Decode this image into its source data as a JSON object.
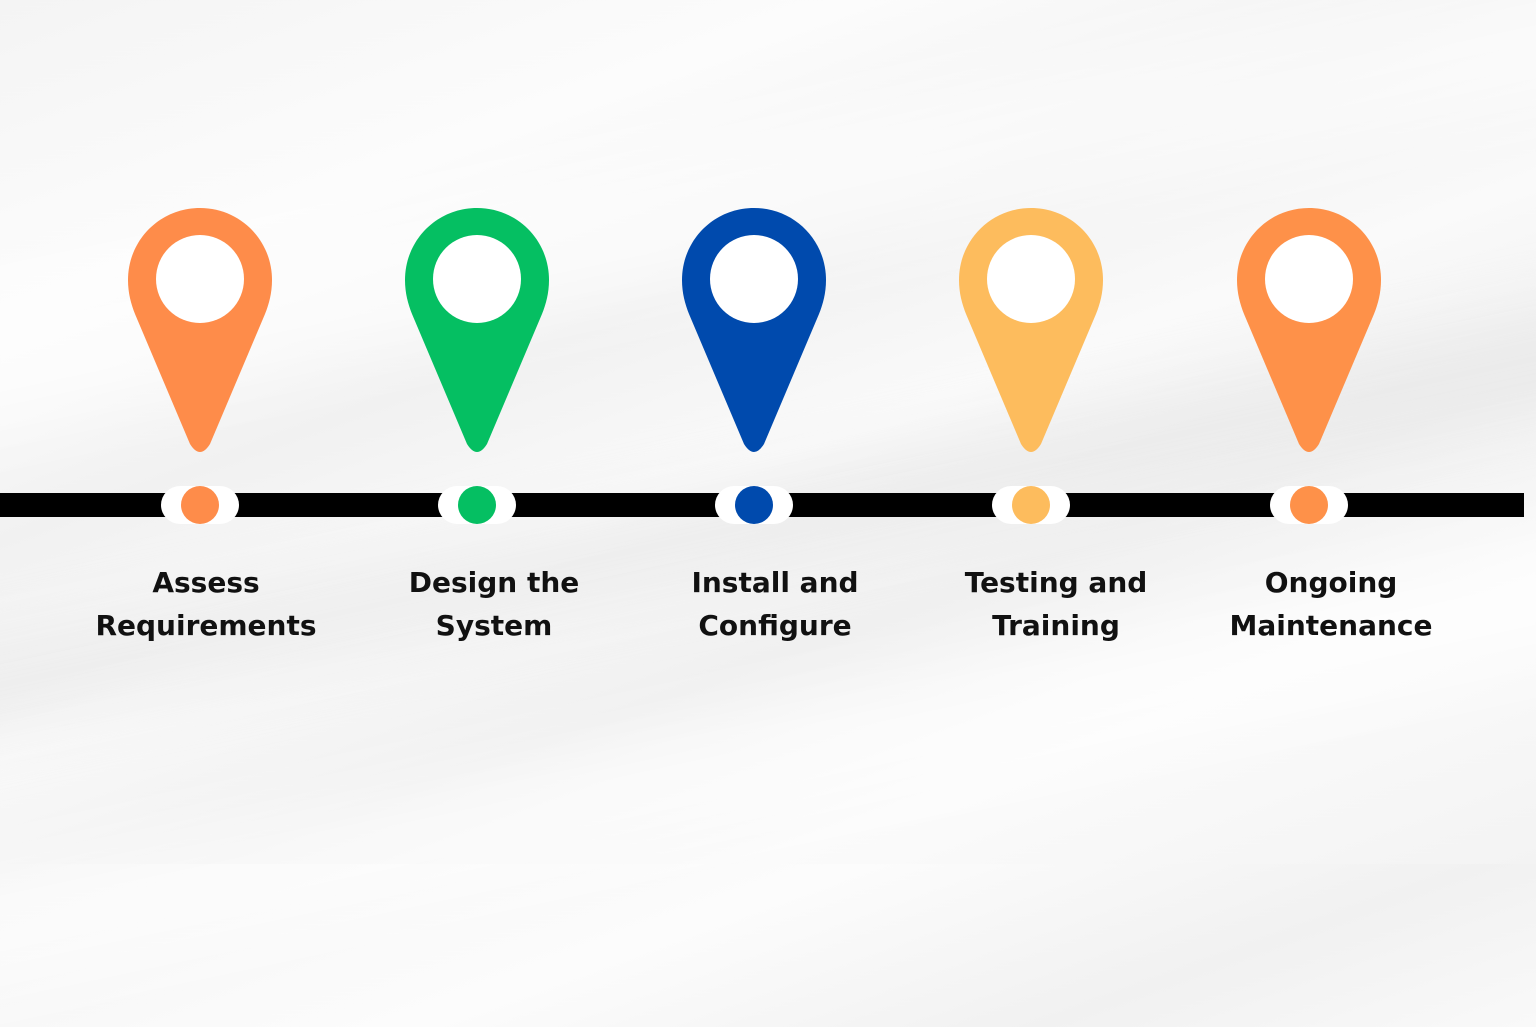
{
  "steps": [
    {
      "line1": "Assess",
      "line2": "Requirements",
      "color": "#fe8c4a",
      "icon": "map-pin-icon"
    },
    {
      "line1": "Design the",
      "line2": "System",
      "color": "#05bf62",
      "icon": "map-pin-icon"
    },
    {
      "line1": "Install and",
      "line2": "Configure",
      "color": "#004aad",
      "icon": "map-pin-icon"
    },
    {
      "line1": "Testing and",
      "line2": "Training",
      "color": "#fdbc5d",
      "icon": "map-pin-icon"
    },
    {
      "line1": "Ongoing",
      "line2": "Maintenance",
      "color": "#fe9149",
      "icon": "map-pin-icon"
    }
  ]
}
